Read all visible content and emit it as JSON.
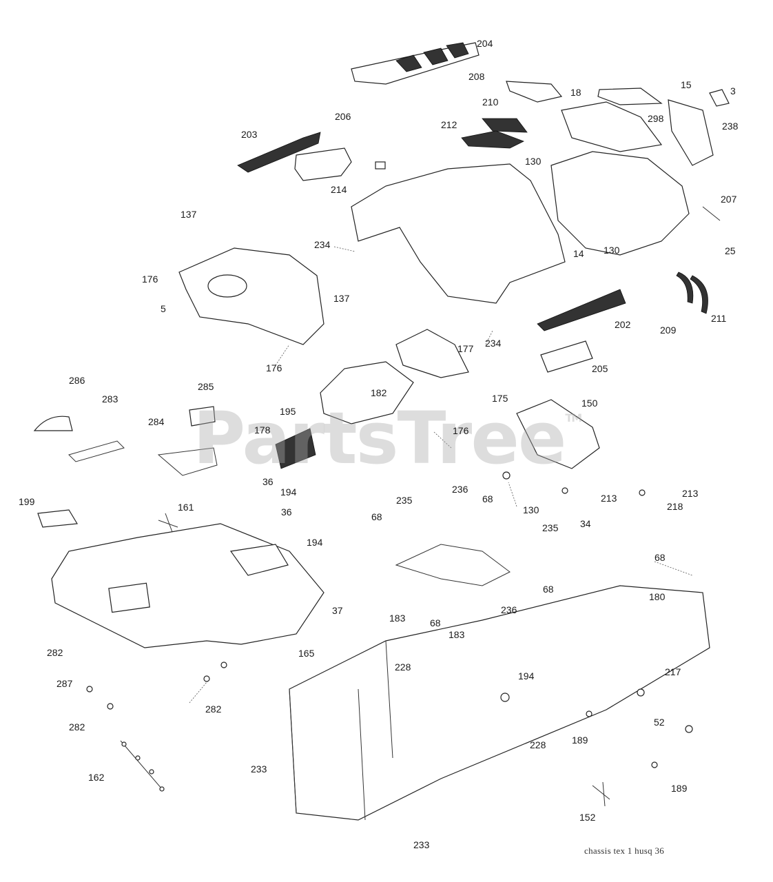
{
  "diagram": {
    "watermark": "PartsTree",
    "watermark_tm": "TM",
    "footer_code": "chassis tex 1 husq 36",
    "callouts": [
      {
        "id": "c1",
        "label": "204"
      },
      {
        "id": "c2",
        "label": "208"
      },
      {
        "id": "c3",
        "label": "18"
      },
      {
        "id": "c4",
        "label": "15"
      },
      {
        "id": "c5",
        "label": "3"
      },
      {
        "id": "c6",
        "label": "210"
      },
      {
        "id": "c7",
        "label": "212"
      },
      {
        "id": "c8",
        "label": "298"
      },
      {
        "id": "c9",
        "label": "238"
      },
      {
        "id": "c10",
        "label": "206"
      },
      {
        "id": "c11",
        "label": "203"
      },
      {
        "id": "c12",
        "label": "130"
      },
      {
        "id": "c13",
        "label": "214"
      },
      {
        "id": "c14",
        "label": "207"
      },
      {
        "id": "c15",
        "label": "137"
      },
      {
        "id": "c16",
        "label": "234"
      },
      {
        "id": "c17",
        "label": "130"
      },
      {
        "id": "c18",
        "label": "25"
      },
      {
        "id": "c19",
        "label": "14"
      },
      {
        "id": "c20",
        "label": "176"
      },
      {
        "id": "c21",
        "label": "137"
      },
      {
        "id": "c22",
        "label": "5"
      },
      {
        "id": "c23",
        "label": "202"
      },
      {
        "id": "c24",
        "label": "211"
      },
      {
        "id": "c25",
        "label": "209"
      },
      {
        "id": "c26",
        "label": "234"
      },
      {
        "id": "c27",
        "label": "177"
      },
      {
        "id": "c28",
        "label": "176"
      },
      {
        "id": "c29",
        "label": "205"
      },
      {
        "id": "c30",
        "label": "286"
      },
      {
        "id": "c31",
        "label": "285"
      },
      {
        "id": "c32",
        "label": "283"
      },
      {
        "id": "c33",
        "label": "182"
      },
      {
        "id": "c34",
        "label": "175"
      },
      {
        "id": "c35",
        "label": "150"
      },
      {
        "id": "c36",
        "label": "195"
      },
      {
        "id": "c37",
        "label": "284"
      },
      {
        "id": "c38",
        "label": "178"
      },
      {
        "id": "c39",
        "label": "176"
      },
      {
        "id": "c40",
        "label": "36"
      },
      {
        "id": "c41",
        "label": "194"
      },
      {
        "id": "c42",
        "label": "199"
      },
      {
        "id": "c43",
        "label": "161"
      },
      {
        "id": "c44",
        "label": "36"
      },
      {
        "id": "c45",
        "label": "235"
      },
      {
        "id": "c46",
        "label": "236"
      },
      {
        "id": "c47",
        "label": "68"
      },
      {
        "id": "c48",
        "label": "130"
      },
      {
        "id": "c49",
        "label": "213"
      },
      {
        "id": "c50",
        "label": "213"
      },
      {
        "id": "c51",
        "label": "218"
      },
      {
        "id": "c52",
        "label": "68"
      },
      {
        "id": "c53",
        "label": "235"
      },
      {
        "id": "c54",
        "label": "34"
      },
      {
        "id": "c55",
        "label": "194"
      },
      {
        "id": "c56",
        "label": "68"
      },
      {
        "id": "c57",
        "label": "68"
      },
      {
        "id": "c58",
        "label": "37"
      },
      {
        "id": "c59",
        "label": "180"
      },
      {
        "id": "c60",
        "label": "236"
      },
      {
        "id": "c61",
        "label": "183"
      },
      {
        "id": "c62",
        "label": "68"
      },
      {
        "id": "c63",
        "label": "183"
      },
      {
        "id": "c64",
        "label": "282"
      },
      {
        "id": "c65",
        "label": "165"
      },
      {
        "id": "c66",
        "label": "228"
      },
      {
        "id": "c67",
        "label": "287"
      },
      {
        "id": "c68",
        "label": "217"
      },
      {
        "id": "c69",
        "label": "194"
      },
      {
        "id": "c70",
        "label": "282"
      },
      {
        "id": "c71",
        "label": "282"
      },
      {
        "id": "c72",
        "label": "52"
      },
      {
        "id": "c73",
        "label": "228"
      },
      {
        "id": "c74",
        "label": "189"
      },
      {
        "id": "c75",
        "label": "233"
      },
      {
        "id": "c76",
        "label": "162"
      },
      {
        "id": "c77",
        "label": "189"
      },
      {
        "id": "c78",
        "label": "152"
      },
      {
        "id": "c79",
        "label": "233"
      }
    ]
  }
}
